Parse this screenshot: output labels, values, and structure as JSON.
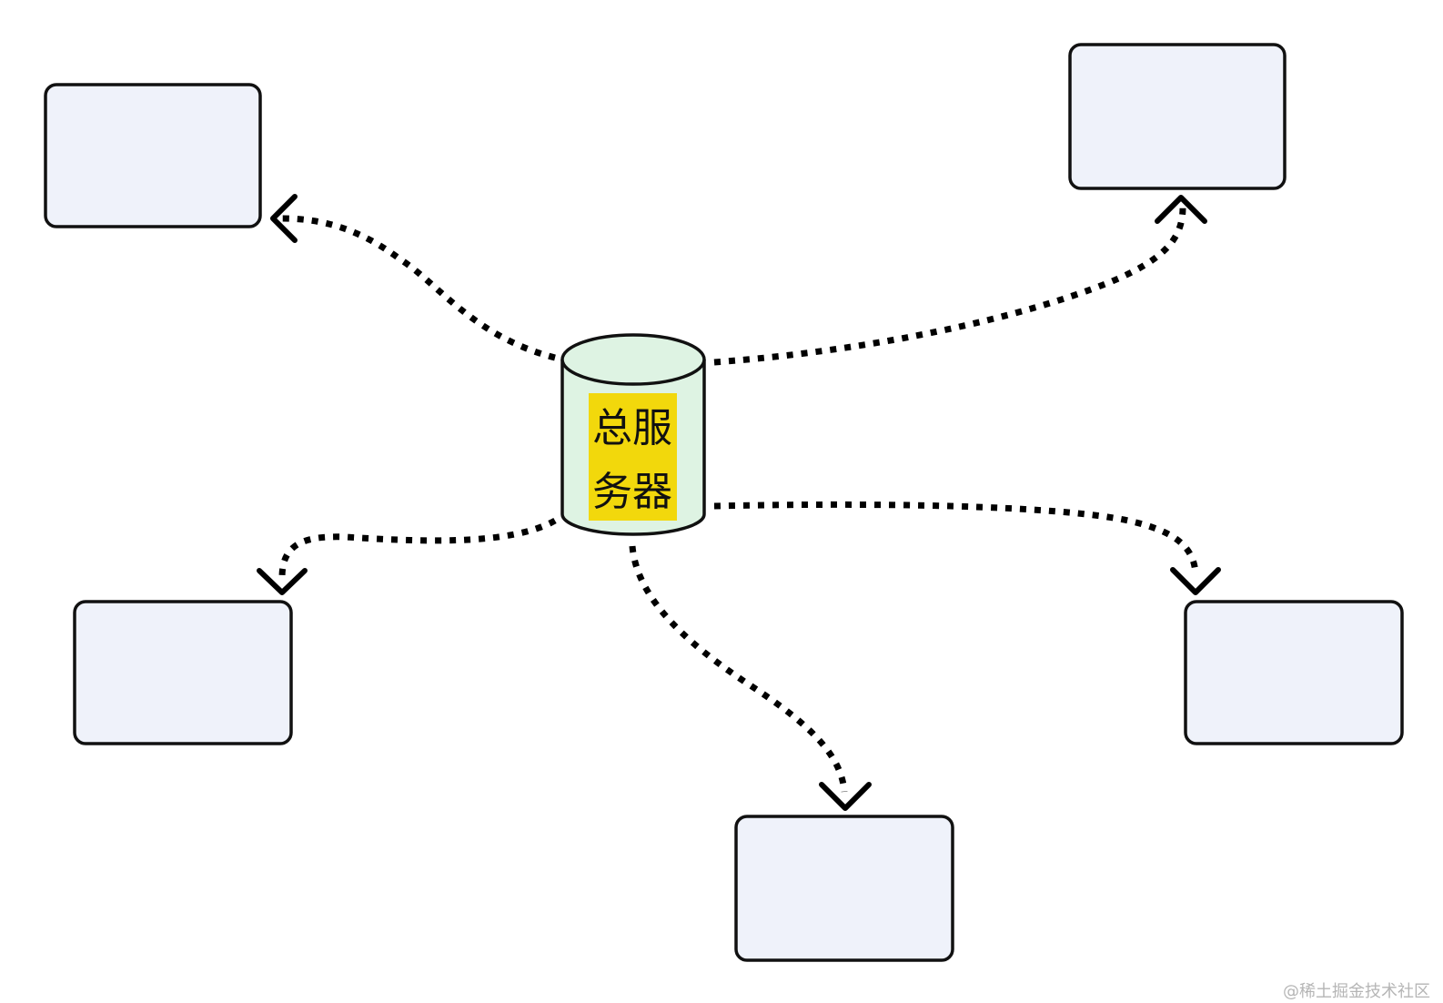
{
  "server": {
    "label_line1": "总服",
    "label_line2": "务器"
  },
  "colors": {
    "box_fill": "#eff2fa",
    "cylinder_fill": "#def3e3",
    "label_highlight": "#f2d80c",
    "stroke": "#111111"
  },
  "watermark": "@稀土掘金技术社区"
}
